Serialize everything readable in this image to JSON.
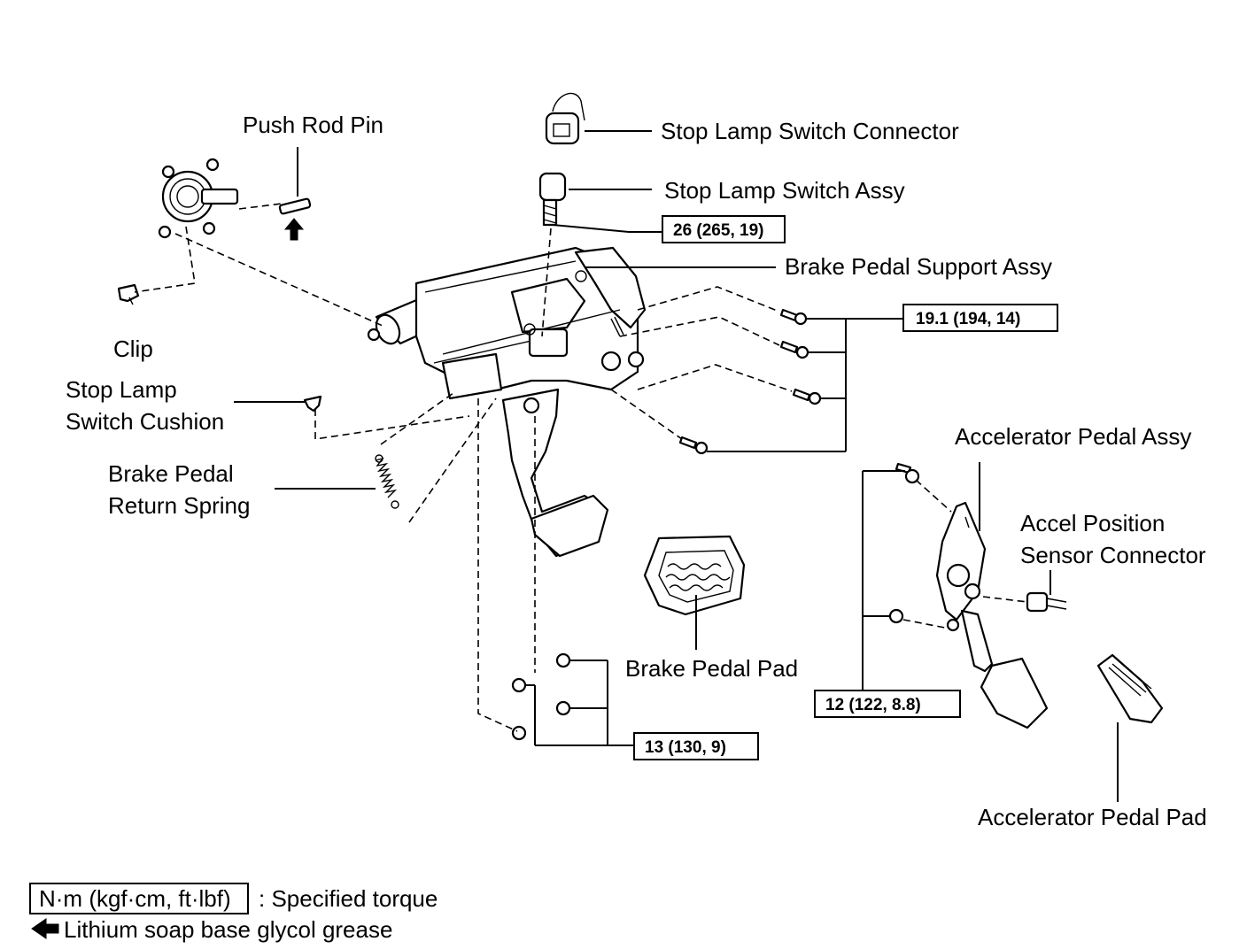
{
  "labels": {
    "push_rod_pin": "Push Rod Pin",
    "stop_lamp_switch_connector": "Stop Lamp Switch Connector",
    "stop_lamp_switch_assy": "Stop Lamp Switch Assy",
    "brake_pedal_support_assy": "Brake Pedal Support Assy",
    "clip": "Clip",
    "stop_lamp_switch_cushion_1": "Stop Lamp",
    "stop_lamp_switch_cushion_2": "Switch Cushion",
    "brake_pedal_return_spring_1": "Brake Pedal",
    "brake_pedal_return_spring_2": "Return Spring",
    "accelerator_pedal_assy": "Accelerator Pedal Assy",
    "accel_position_sensor_connector_1": "Accel Position",
    "accel_position_sensor_connector_2": "Sensor Connector",
    "brake_pedal_pad": "Brake Pedal Pad",
    "accelerator_pedal_pad": "Accelerator Pedal Pad"
  },
  "torques": {
    "stop_lamp_switch": "26 (265, 19)",
    "support_bolts": "19.1 (194, 14)",
    "accelerator": "12 (122, 8.8)",
    "pedal_nuts": "13 (130, 9)"
  },
  "legend": {
    "unit_box": "N·m (kgf·cm, ft·lbf)",
    "unit_text": ": Specified torque",
    "grease_text": "Lithium soap base glycol grease"
  }
}
